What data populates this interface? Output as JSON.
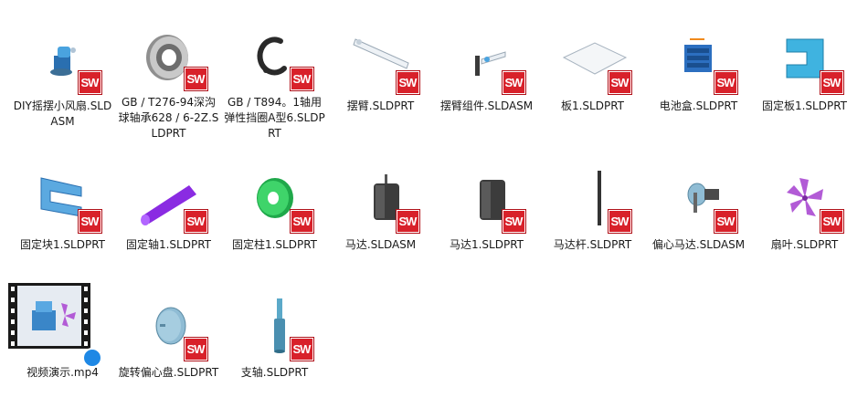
{
  "colors": {
    "sw_badge": "#d8212a",
    "background": "#ffffff",
    "text": "#1a1a1a"
  },
  "badge_text": "SW",
  "files": [
    {
      "name": "DIY摇摆小风扇.SLDASM",
      "icon": "assembly-fan-icon"
    },
    {
      "name": "GB / T276-94深沟球轴承628 / 6-2Z.SLDPRT",
      "icon": "bearing-icon"
    },
    {
      "name": "GB / T894。1轴用弹性挡圈A型6.SLDPRT",
      "icon": "retaining-ring-icon"
    },
    {
      "name": "摆臂.SLDPRT",
      "icon": "swing-arm-icon"
    },
    {
      "name": "摆臂组件.SLDASM",
      "icon": "swing-arm-assembly-icon"
    },
    {
      "name": "板1.SLDPRT",
      "icon": "plate-icon"
    },
    {
      "name": "电池盒.SLDPRT",
      "icon": "battery-box-icon"
    },
    {
      "name": "固定板1.SLDPRT",
      "icon": "fixing-plate-icon"
    },
    {
      "name": "固定块1.SLDPRT",
      "icon": "fixing-block-icon"
    },
    {
      "name": "固定轴1.SLDPRT",
      "icon": "fixed-shaft-icon"
    },
    {
      "name": "固定柱1.SLDPRT",
      "icon": "fixed-column-icon"
    },
    {
      "name": "马达.SLDASM",
      "icon": "motor-assembly-icon"
    },
    {
      "name": "马达1.SLDPRT",
      "icon": "motor-part-icon"
    },
    {
      "name": "马达杆.SLDPRT",
      "icon": "motor-rod-icon"
    },
    {
      "name": "偏心马达.SLDASM",
      "icon": "eccentric-motor-icon"
    },
    {
      "name": "扇叶.SLDPRT",
      "icon": "fan-blade-icon"
    },
    {
      "name": "视频演示.mp4",
      "icon": "video-file-icon"
    },
    {
      "name": "旋转偏心盘.SLDPRT",
      "icon": "eccentric-disc-icon"
    },
    {
      "name": "支轴.SLDPRT",
      "icon": "support-shaft-icon"
    }
  ]
}
